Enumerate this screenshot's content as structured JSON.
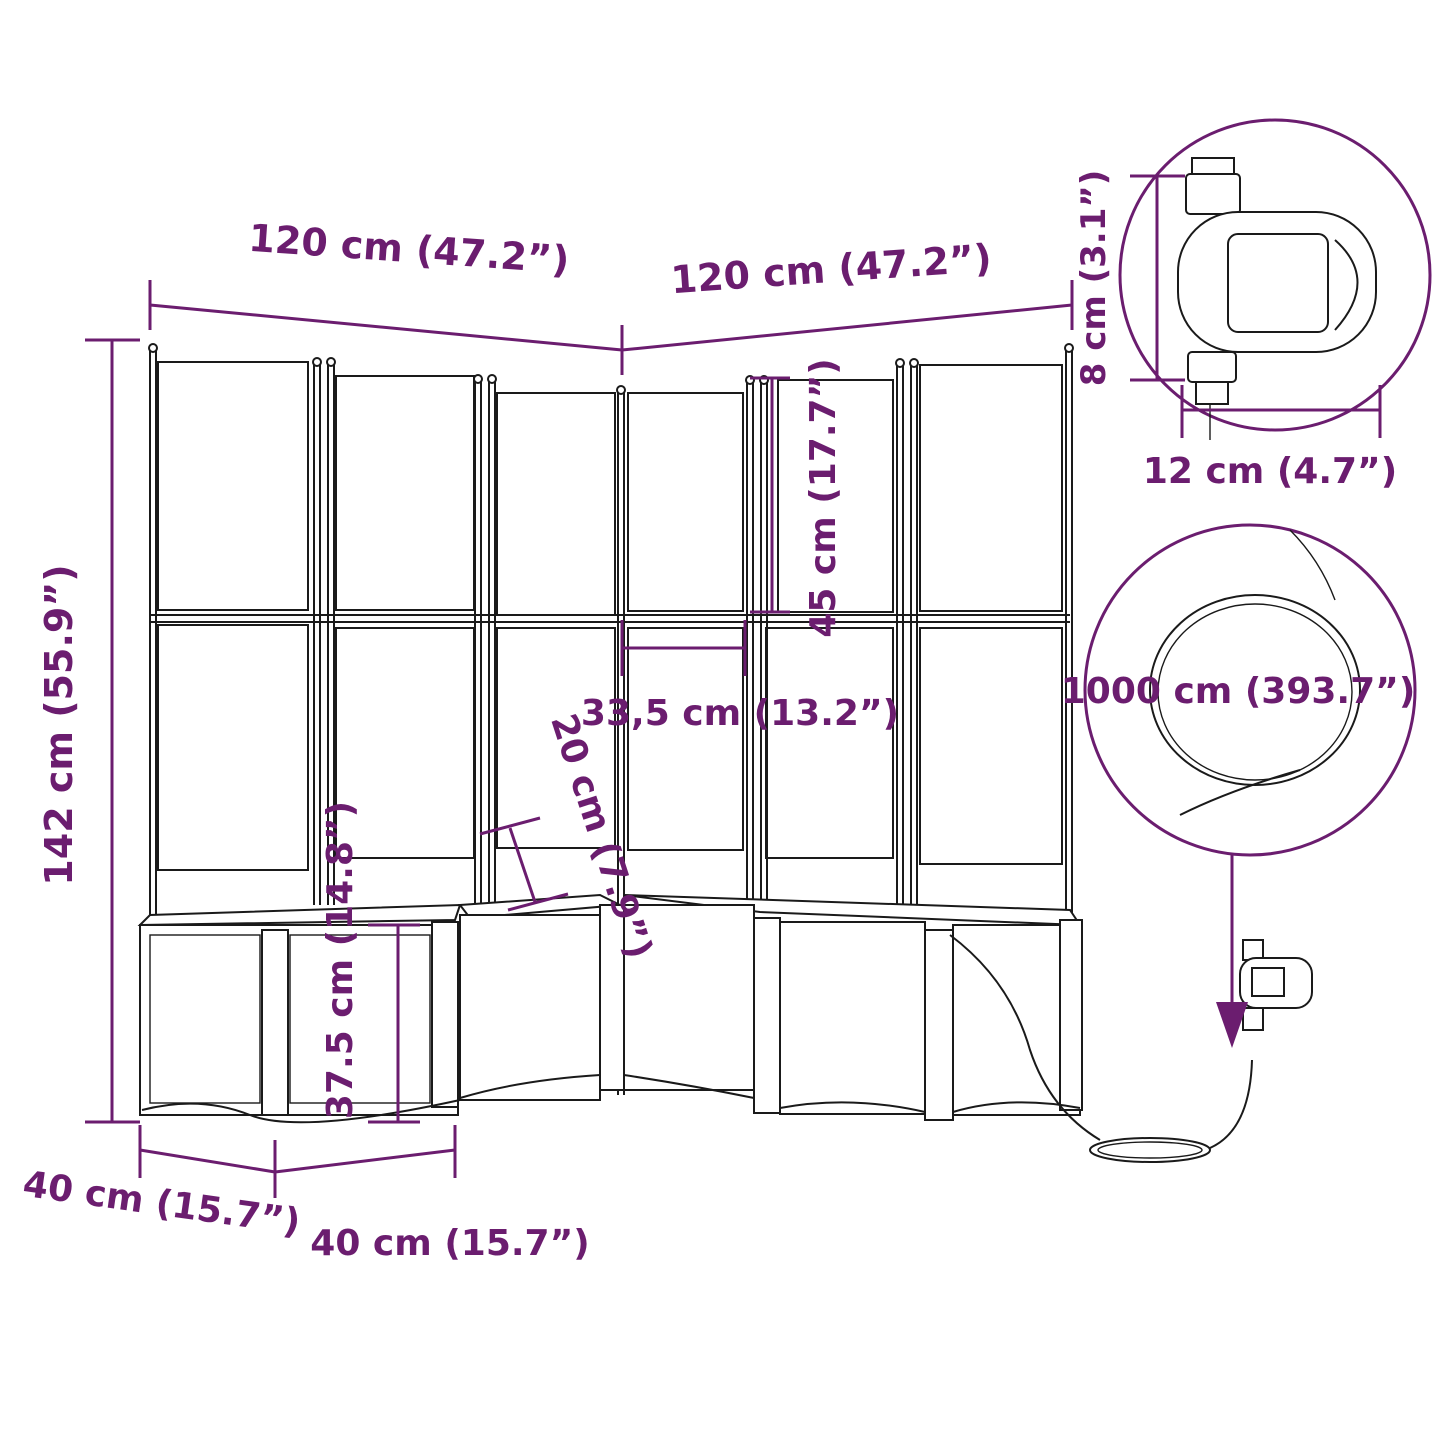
{
  "colors": {
    "dimension": "#6b1d6f",
    "drawing": "#1a1a1a",
    "background": "#ffffff"
  },
  "labels": {
    "width_left": "120 cm (47.2”)",
    "width_right": "120 cm (47.2”)",
    "total_height": "142 cm (55.9”)",
    "trellis_panel_height": "45 cm (17.7”)",
    "trellis_panel_width": "33,5 cm (13.2”)",
    "planter_inner_height": "37.5 cm (14.8”)",
    "trellis_gap": "20 cm (7.9”)",
    "depth_left": "40 cm (15.7”)",
    "depth_right": "40 cm (15.7”)",
    "timer_height": "8 cm (3.1”)",
    "timer_width": "12 cm (4.7”)",
    "hose_length": "1000 cm (393.7”)"
  },
  "icons": {
    "timer": "water-timer-icon",
    "hose": "hose-coil-icon",
    "arrow": "arrow-down-icon"
  }
}
